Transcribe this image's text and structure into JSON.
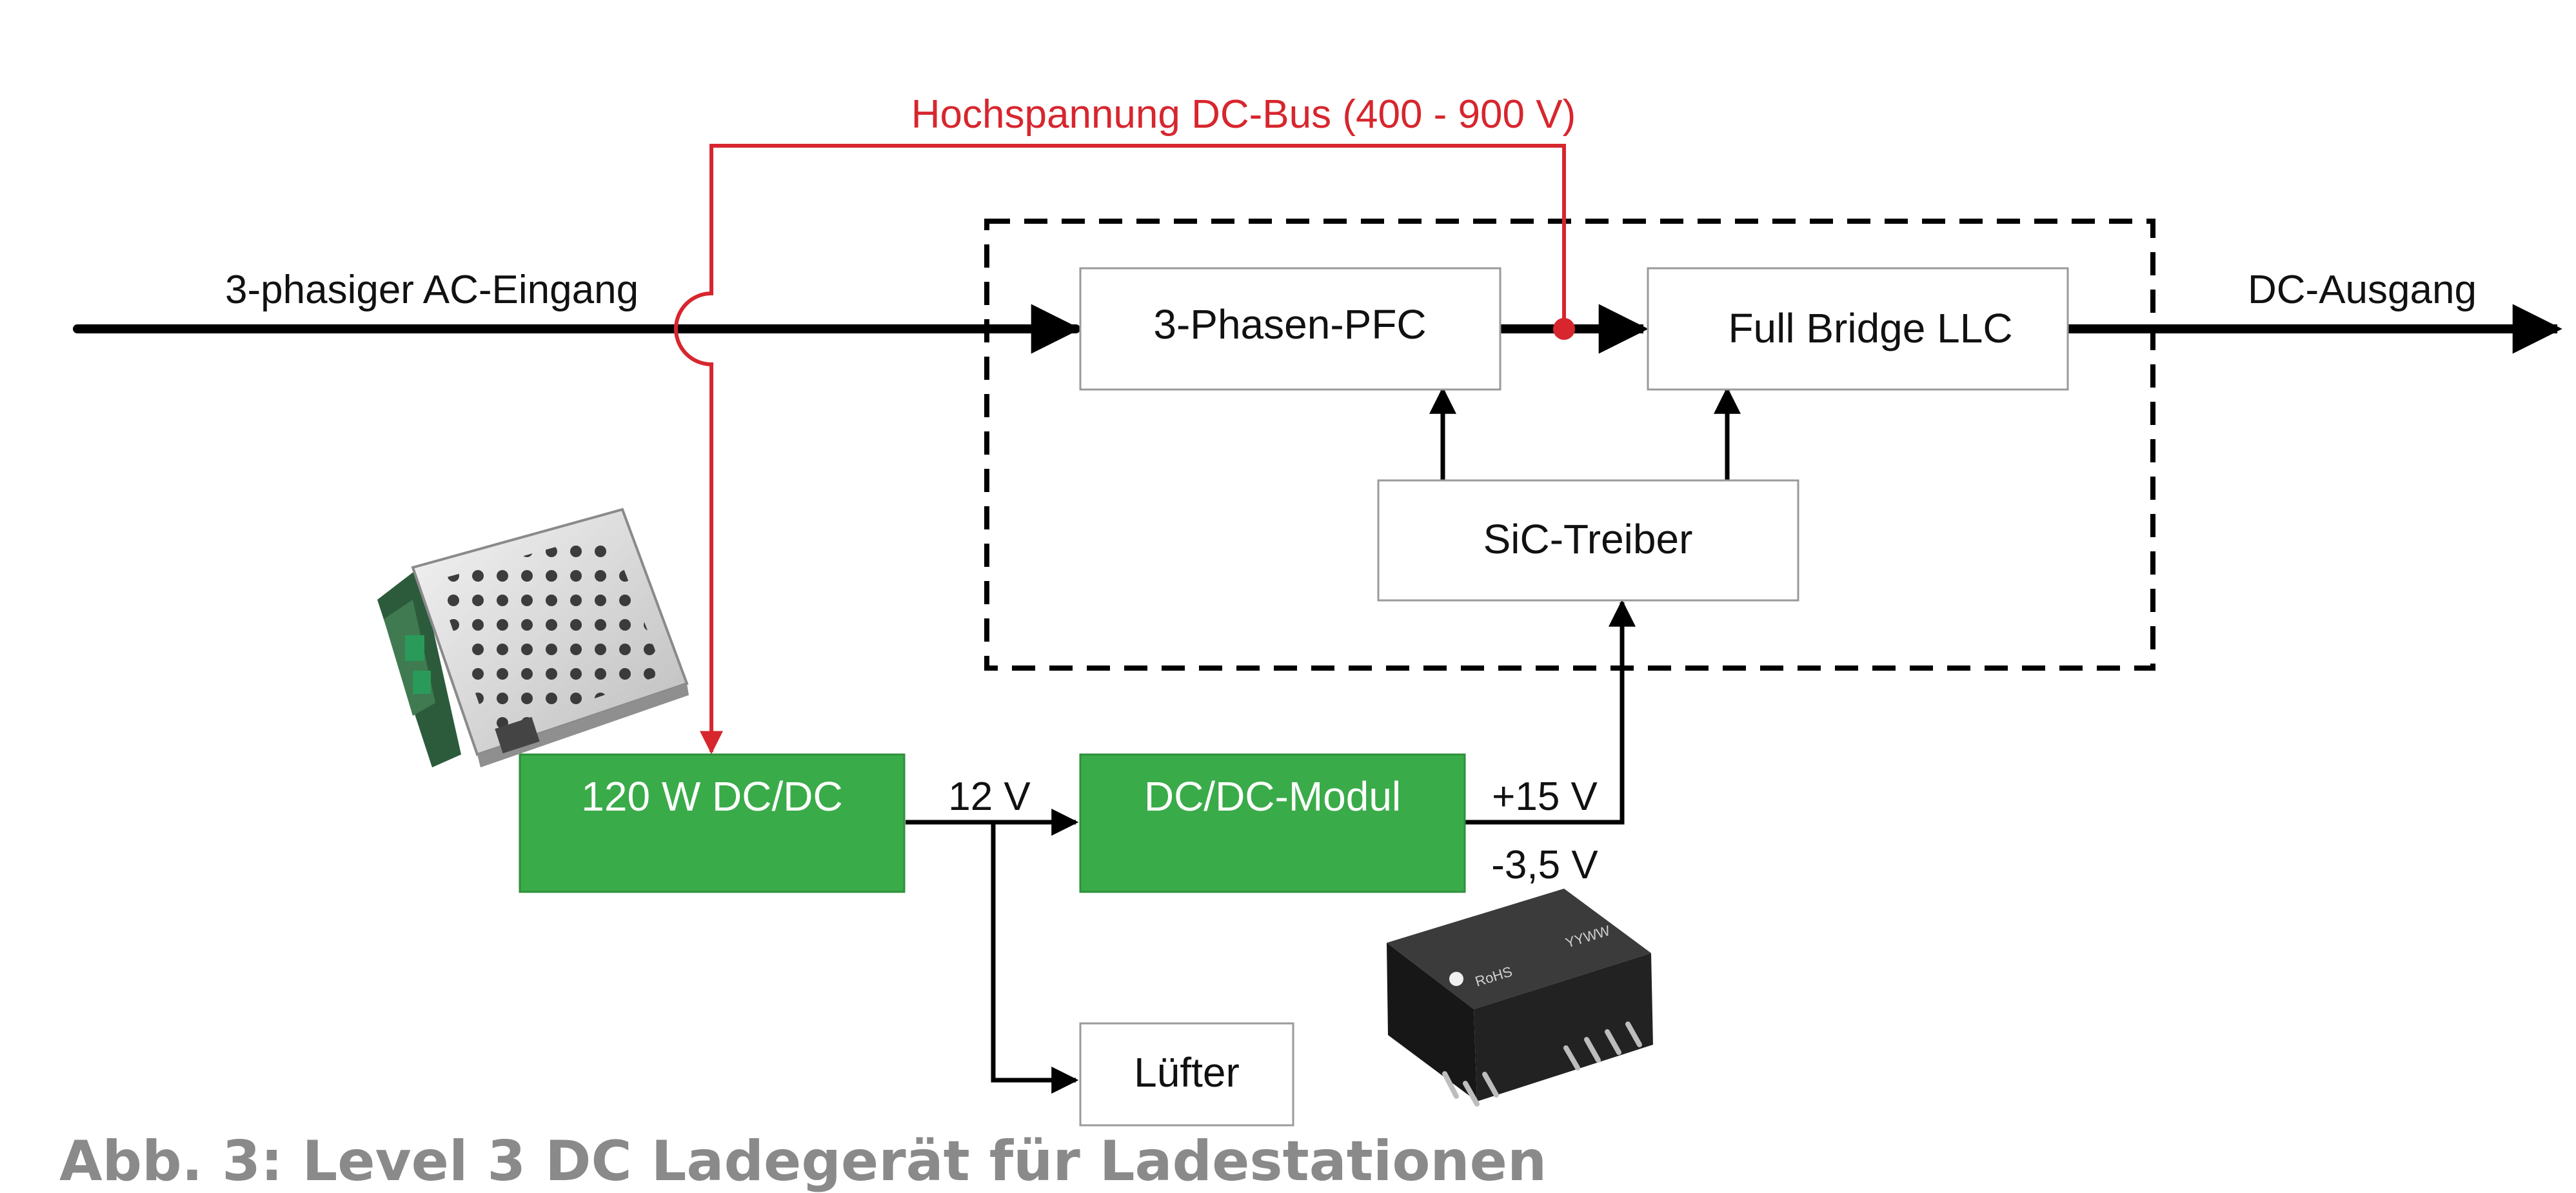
{
  "labels": {
    "bus": "Hochspannung DC-Bus (400 - 900 V)",
    "ac_input": "3-phasiger AC-Eingang",
    "dc_output": "DC-Ausgang",
    "v12": "12 V",
    "v15": "+15 V",
    "v35": "-3,5 V"
  },
  "blocks": {
    "pfc": "3-Phasen-PFC",
    "llc": "Full Bridge LLC",
    "sic": "SiC-Treiber",
    "dcdc120": "120 W DC/DC",
    "dcdc_module": "DC/DC-Modul",
    "fan": "Lüfter"
  },
  "module_marks": {
    "rohs": "RoHS",
    "date_code": "YYWW"
  },
  "caption": "Abb. 3: Level 3 DC Ladegerät für Ladestationen",
  "colors": {
    "bus_red": "#d7262e",
    "block_green": "#3aab49",
    "line": "#000000",
    "caption_gray": "#8a8a8a"
  }
}
